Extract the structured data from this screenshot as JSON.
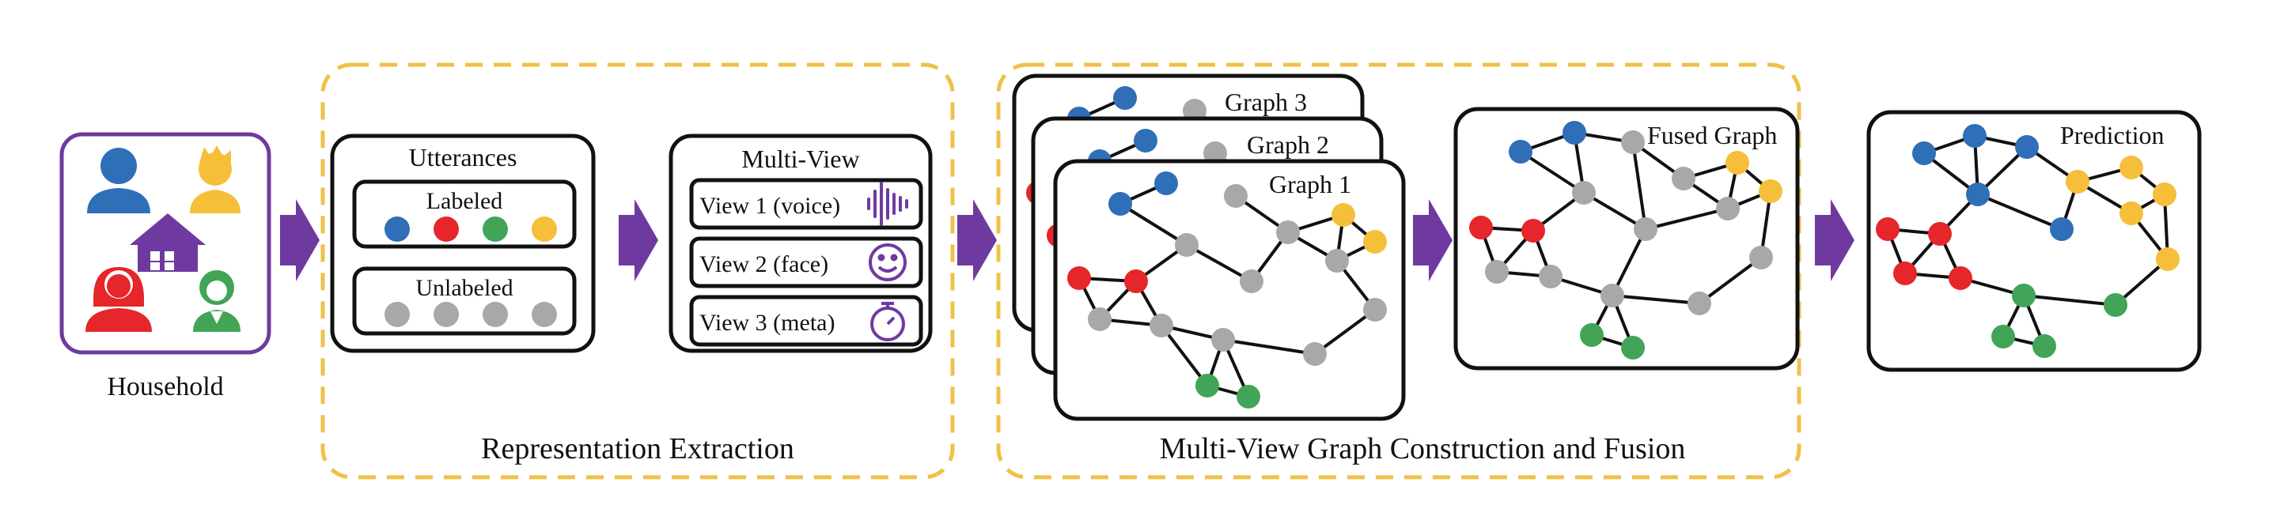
{
  "colors": {
    "blue": "#2f6fb8",
    "red": "#e5262a",
    "green": "#41a457",
    "yellow": "#f5bf3a",
    "gray": "#a8a8a8",
    "purple": "#6f3a9f",
    "dashed_gold": "#f0c04a",
    "edge": "#111111"
  },
  "household": {
    "label": "Household",
    "icons": [
      "man-icon",
      "boy-icon",
      "woman-icon",
      "girl-icon",
      "house-icon"
    ]
  },
  "extraction": {
    "section_label": "Representation Extraction",
    "utterances": {
      "title": "Utterances",
      "labeled_title": "Labeled",
      "labeled_dots": [
        "blue",
        "red",
        "green",
        "yellow"
      ],
      "unlabeled_title": "Unlabeled",
      "unlabeled_dots": [
        "gray",
        "gray",
        "gray",
        "gray"
      ]
    },
    "multiview": {
      "title": "Multi-View",
      "views": [
        {
          "label": "View 1 (voice)",
          "icon": "voice-waveform-icon"
        },
        {
          "label": "View 2 (face)",
          "icon": "smiley-face-icon"
        },
        {
          "label": "View 3 (meta)",
          "icon": "stopwatch-icon"
        }
      ]
    }
  },
  "fusion": {
    "section_label": "Multi-View Graph Construction and Fusion",
    "graph_cards": [
      "Graph 3",
      "Graph 2",
      "Graph 1"
    ],
    "fused_title": "Fused Graph"
  },
  "prediction": {
    "title": "Prediction"
  }
}
